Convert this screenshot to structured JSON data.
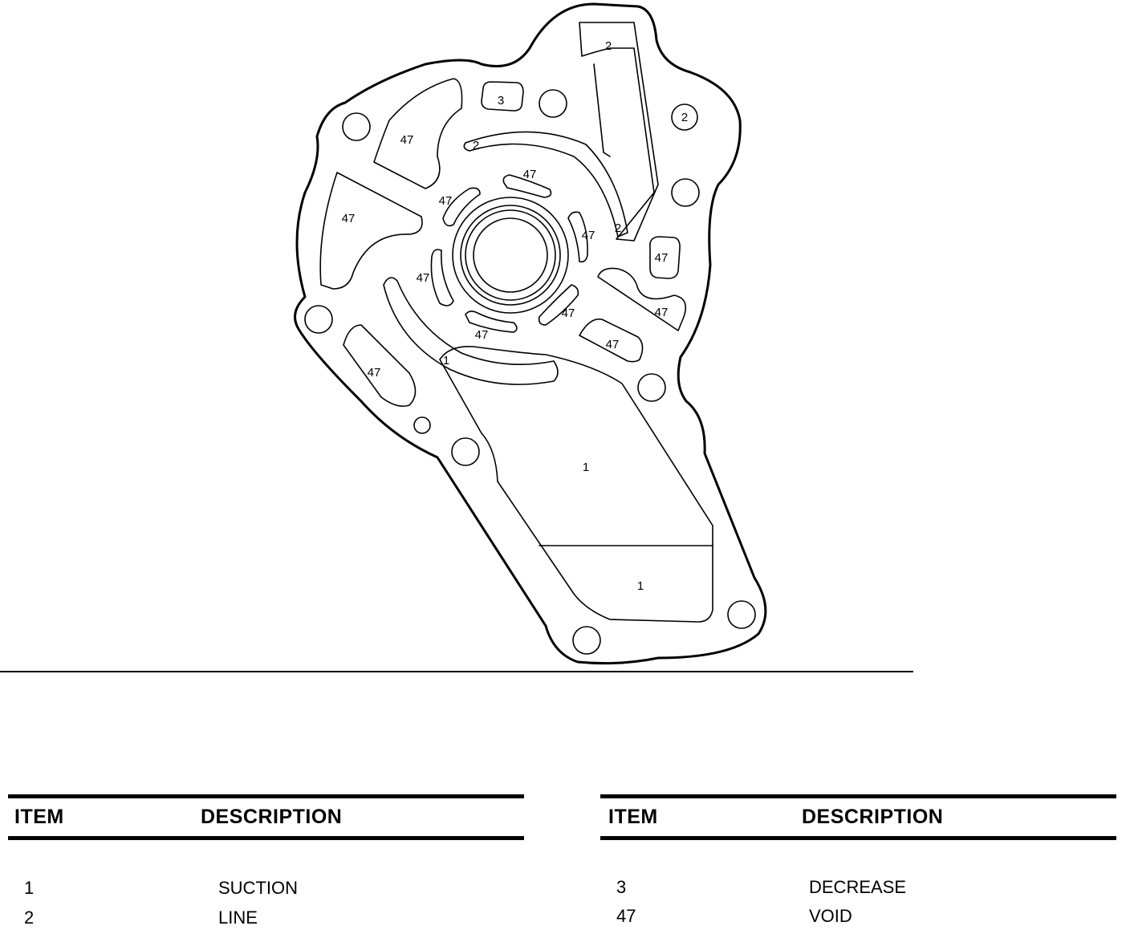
{
  "diagram": {
    "labels": {
      "suction": "1",
      "line": "2",
      "decrease": "3",
      "void": "47"
    }
  },
  "legend": {
    "left": {
      "header_item": "ITEM",
      "header_description": "DESCRIPTION",
      "rows": [
        {
          "item": "1",
          "description": "SUCTION"
        },
        {
          "item": "2",
          "description": "LINE"
        }
      ]
    },
    "right": {
      "header_item": "ITEM",
      "header_description": "DESCRIPTION",
      "rows": [
        {
          "item": "3",
          "description": "DECREASE"
        },
        {
          "item": "47",
          "description": "VOID"
        }
      ]
    }
  }
}
